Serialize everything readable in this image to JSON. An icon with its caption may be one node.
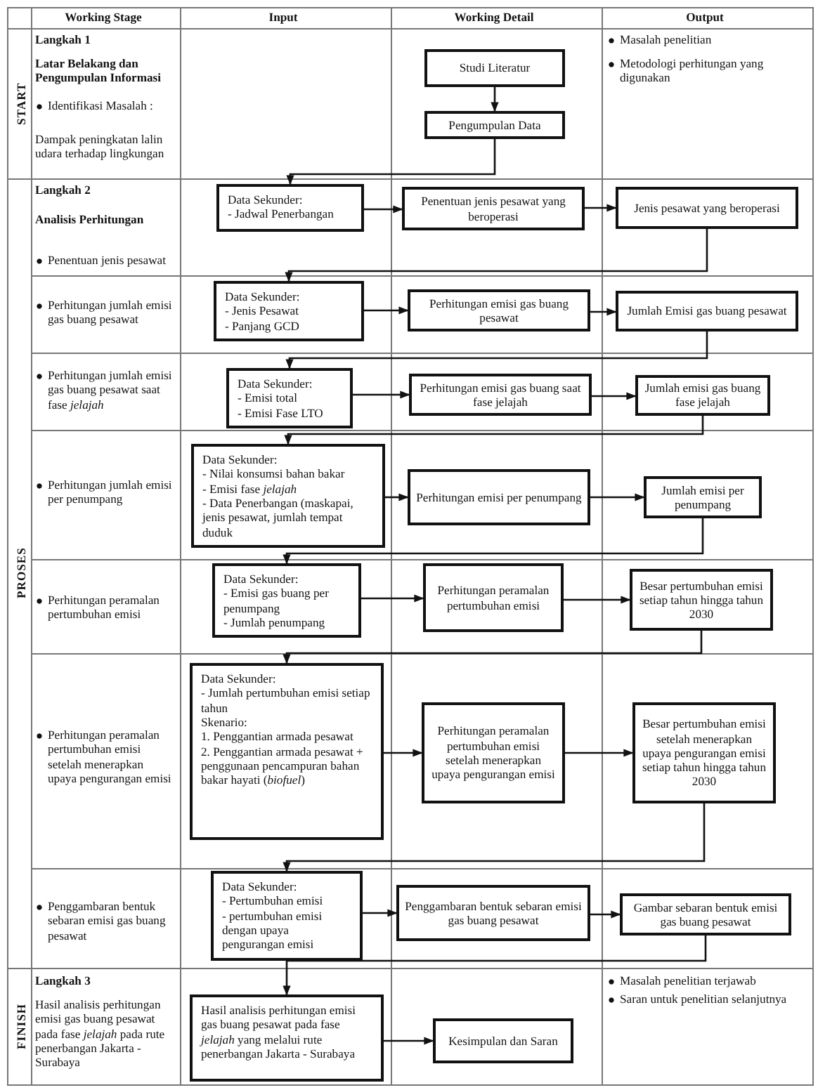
{
  "diagram": {
    "nodes": [
      {
        "text": [
          "Studi Literatur"
        ]
      },
      {
        "text": [
          "Pengumpulan Data"
        ]
      },
      {
        "text": [
          "Data Sekunder:",
          "- Jadwal Penerbangan"
        ]
      },
      {
        "text": [
          "Penentuan jenis pesawat yang beroperasi"
        ]
      },
      {
        "text": [
          "Jenis pesawat yang beroperasi"
        ]
      },
      {
        "text": [
          "Data Sekunder:",
          "- Jenis Pesawat",
          "- Panjang GCD"
        ]
      },
      {
        "text": [
          "Perhitungan emisi gas buang pesawat"
        ]
      },
      {
        "text": [
          "Jumlah Emisi gas buang pesawat"
        ]
      },
      {
        "text": [
          "Data Sekunder:",
          "- Emisi total",
          "- Emisi Fase LTO"
        ]
      },
      {
        "text": [
          "Perhitungan emisi gas buang saat fase jelajah"
        ]
      },
      {
        "text": [
          "Jumlah emisi gas buang fase jelajah"
        ]
      },
      {
        "text": [
          "Data Sekunder:",
          "- Nilai konsumsi bahan bakar",
          "- Emisi fase *jelajah*",
          "- Data Penerbangan (maskapai, jenis pesawat, jumlah tempat duduk"
        ]
      },
      {
        "text": [
          "Perhitungan emisi per penumpang"
        ]
      },
      {
        "text": [
          "Jumlah emisi per penumpang"
        ]
      },
      {
        "text": [
          "Data Sekunder:",
          "- Emisi gas buang per penumpang",
          "- Jumlah penumpang"
        ]
      },
      {
        "text": [
          "Perhitungan peramalan pertumbuhan emisi"
        ]
      },
      {
        "text": [
          "Besar pertumbuhan emisi setiap tahun hingga tahun 2030"
        ]
      },
      {
        "text": [
          "Data Sekunder:",
          "- Jumlah pertumbuhan emisi setiap tahun",
          "Skenario:",
          "1. Penggantian armada pesawat",
          "2. Penggantian armada pesawat + penggunaan pencampuran bahan bakar hayati (*biofuel*)"
        ]
      },
      {
        "text": [
          "Perhitungan peramalan pertumbuhan emisi setelah menerapkan upaya pengurangan emisi"
        ]
      },
      {
        "text": [
          "Besar pertumbuhan emisi setelah menerapkan upaya pengurangan emisi setiap tahun hingga tahun 2030"
        ]
      },
      {
        "text": [
          "Data Sekunder:",
          "- Pertumbuhan emisi",
          "- pertumbuhan emisi dengan upaya pengurangan emisi"
        ]
      },
      {
        "text": [
          "Penggambaran bentuk sebaran emisi gas buang pesawat"
        ]
      },
      {
        "text": [
          "Gambar sebaran bentuk emisi gas buang pesawat"
        ]
      },
      {
        "text": [
          "Hasil analisis perhitungan emisi gas buang pesawat pada fase *jelajah* yang melalui rute penerbangan Jakarta - Surabaya"
        ]
      },
      {
        "text": [
          "Kesimpulan dan Saran"
        ]
      }
    ],
    "edges": [
      {
        "from": 0,
        "to": 1,
        "arrow": "to"
      },
      {
        "from": 1,
        "to": 2,
        "arrow": "to"
      },
      {
        "from": 2,
        "to": 3,
        "arrow": "to"
      },
      {
        "from": 3,
        "to": 4,
        "arrow": "to"
      },
      {
        "from": 4,
        "to": 5,
        "arrow": "to"
      },
      {
        "from": 5,
        "to": 6,
        "arrow": "to"
      },
      {
        "from": 6,
        "to": 7,
        "arrow": "to"
      },
      {
        "from": 7,
        "to": 8,
        "arrow": "to"
      },
      {
        "from": 8,
        "to": 9,
        "arrow": "to"
      },
      {
        "from": 9,
        "to": 10,
        "arrow": "to"
      },
      {
        "from": 10,
        "to": 11,
        "arrow": "to"
      },
      {
        "from": 11,
        "to": 12,
        "arrow": "to"
      },
      {
        "from": 12,
        "to": 13,
        "arrow": "to"
      },
      {
        "from": 13,
        "to": 14,
        "arrow": "to"
      },
      {
        "from": 14,
        "to": 15,
        "arrow": "to"
      },
      {
        "from": 15,
        "to": 16,
        "arrow": "to"
      },
      {
        "from": 16,
        "to": 17,
        "arrow": "to"
      },
      {
        "from": 17,
        "to": 18,
        "arrow": "to"
      },
      {
        "from": 18,
        "to": 19,
        "arrow": "to"
      },
      {
        "from": 19,
        "to": 20,
        "arrow": "to"
      },
      {
        "from": 20,
        "to": 21,
        "arrow": "to"
      },
      {
        "from": 21,
        "to": 22,
        "arrow": "to"
      },
      {
        "from": 22,
        "to": 23,
        "arrow": "to"
      },
      {
        "from": 23,
        "to": 24,
        "arrow": "to"
      }
    ],
    "labels": [
      "Working Stage",
      "Input",
      "Working Detail",
      "Output",
      "START",
      "Langkah 1",
      "Latar Belakang dan Pengumpulan Informasi",
      "Identifikasi Masalah :",
      "Dampak peningkatan lalin udara terhadap lingkungan",
      "Masalah penelitian",
      "Metodologi perhitungan yang digunakan",
      "PROSES",
      "Langkah 2",
      "Analisis Perhitungan",
      "Penentuan jenis pesawat",
      "Perhitungan jumlah emisi gas buang pesawat",
      "Perhitungan jumlah emisi gas buang pesawat saat fase *jelajah*",
      "Perhitungan jumlah emisi per penumpang",
      "Perhitungan peramalan pertumbuhan emisi",
      "Perhitungan peramalan pertumbuhan emisi setelah menerapkan upaya pengurangan emisi",
      "Penggambaran bentuk sebaran emisi gas buang pesawat",
      "FINISH",
      "Langkah 3",
      "Hasil analisis perhitungan emisi gas buang pesawat pada fase *jelajah* pada rute penerbangan Jakarta - Surabaya",
      "Masalah penelitian terjawab",
      "Saran untuk penelitian selanjutnya"
    ]
  }
}
